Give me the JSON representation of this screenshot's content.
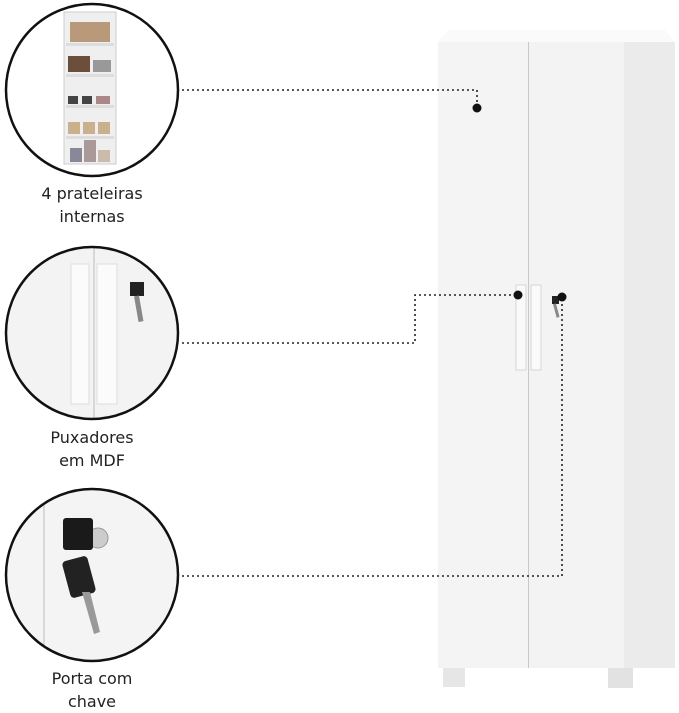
{
  "features": [
    {
      "line1": "4 prateleiras",
      "line2": "internas",
      "icon": "shelves-closeup"
    },
    {
      "line1": "Puxadores",
      "line2": "em MDF",
      "icon": "handles-closeup"
    },
    {
      "line1": "Porta com",
      "line2": "chave",
      "icon": "lock-key-closeup"
    }
  ],
  "colors": {
    "cabinet": "#f2f2f2",
    "outline": "#111111"
  }
}
